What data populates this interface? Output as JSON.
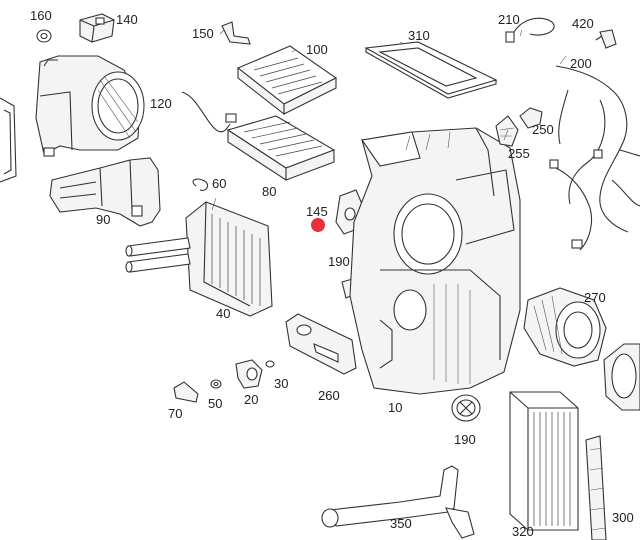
{
  "parts": [
    {
      "id": "p10",
      "label": "10",
      "name": "heater-housing"
    },
    {
      "id": "p20",
      "label": "20",
      "name": "sensor-plug"
    },
    {
      "id": "p30",
      "label": "30",
      "name": "washer-30"
    },
    {
      "id": "p40",
      "label": "40",
      "name": "washer-40"
    },
    {
      "id": "p50",
      "label": "50",
      "name": "bracket-50"
    },
    {
      "id": "p60",
      "label": "60",
      "name": "heater-core"
    },
    {
      "id": "p70",
      "label": "70",
      "name": "clip-70"
    },
    {
      "id": "p80",
      "label": "80",
      "name": "cabin-filter-80"
    },
    {
      "id": "p90",
      "label": "90",
      "name": "air-duct-90"
    },
    {
      "id": "p100",
      "label": "100",
      "name": "filter-frame-100"
    },
    {
      "id": "p120",
      "label": "120",
      "name": "blower-housing-120"
    },
    {
      "id": "p140",
      "label": "140",
      "name": "resistor-140"
    },
    {
      "id": "p145",
      "label": "145",
      "name": "servo-motor-145"
    },
    {
      "id": "p150",
      "label": "150",
      "name": "round-sensor-150"
    },
    {
      "id": "p160",
      "label": "160",
      "name": "bracket-160"
    },
    {
      "id": "p190a",
      "label": "190",
      "name": "grommet-190-top"
    },
    {
      "id": "p190b",
      "label": "190",
      "name": "grommet-190-mid"
    },
    {
      "id": "p200",
      "label": "200",
      "name": "filter-200"
    },
    {
      "id": "p210",
      "label": "210",
      "name": "rail-210"
    },
    {
      "id": "p250",
      "label": "250",
      "name": "wiring-harness-250"
    },
    {
      "id": "p255",
      "label": "255",
      "name": "cable-tie-255"
    },
    {
      "id": "p260",
      "label": "260",
      "name": "bulb-260"
    },
    {
      "id": "p270",
      "label": "270",
      "name": "connector-270"
    },
    {
      "id": "p300",
      "label": "300",
      "name": "gasket-300"
    },
    {
      "id": "p310",
      "label": "310",
      "name": "seal-frame-310"
    },
    {
      "id": "p320",
      "label": "320",
      "name": "blower-motor-320"
    },
    {
      "id": "p350",
      "label": "350",
      "name": "drain-hose-350"
    },
    {
      "id": "p420",
      "label": "420",
      "name": "sensor-420"
    }
  ],
  "highlight": {
    "part": "145",
    "color": "#e8323a"
  },
  "colors": {
    "line": "#333333",
    "fill": "#f4f4f4",
    "background": "#ffffff"
  }
}
